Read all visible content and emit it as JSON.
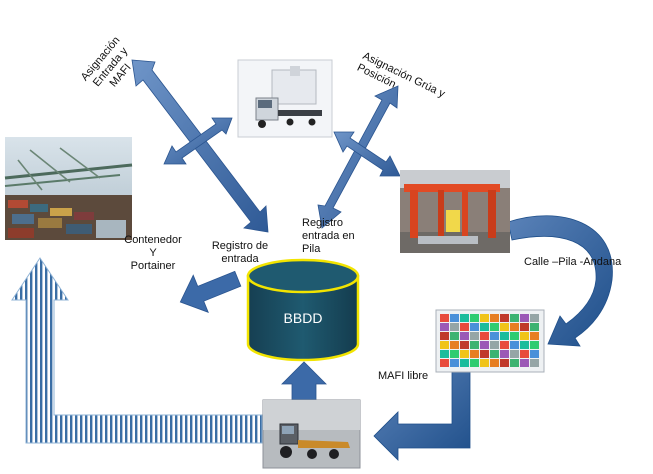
{
  "database": {
    "label": "BBDD"
  },
  "labels": {
    "asignacion_entrada": "Asignación\nEntrada y\nMAFI",
    "asignacion_grua": "Asignación  Grúa y\nPosición",
    "registro_entrada_pila": "Registro\nentrada en\nPila",
    "registro_entrada": "Registro de\nentrada",
    "contenedor_portainer": "Contenedor\nY\nPortainer",
    "calle_pila_andana": "Calle –Pila -Andana",
    "mafi_libre": "MAFI  libre"
  },
  "images": {
    "terminal_truck": "terminal-truck-photo",
    "port_cranes": "port-cranes-photo",
    "gantry_crane": "gantry-crane-photo",
    "container_stack": "container-stack-grid",
    "mafi_tractor": "mafi-tractor-photo"
  },
  "colors": {
    "arrow_blue": "#4a78b6",
    "arrow_dark": "#2f5a96",
    "db_fill": "#1b4e62",
    "db_stroke": "#f2e400",
    "stripe_blue": "#3a6ea5"
  }
}
